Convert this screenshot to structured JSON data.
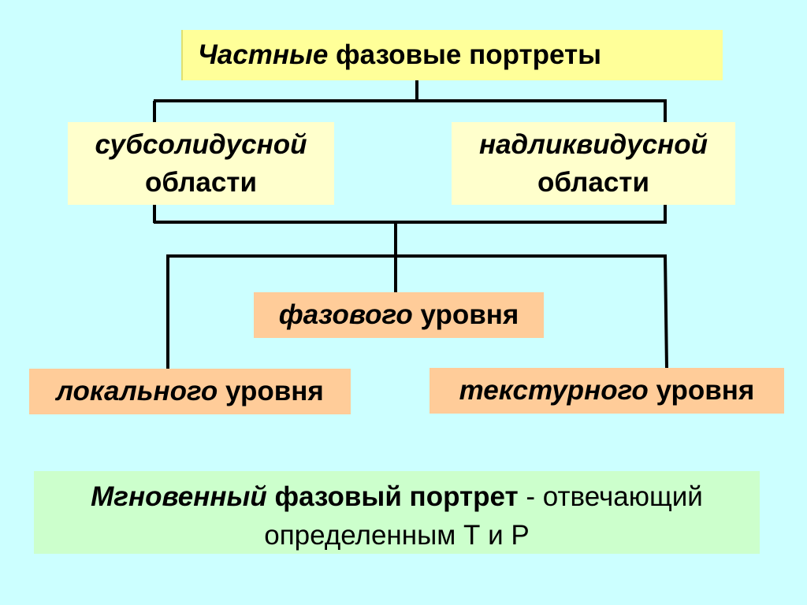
{
  "title": {
    "italic": "Частные",
    "rest": " фазовые портреты"
  },
  "regions": {
    "left": {
      "line1": "субсолидусной",
      "line2": "области"
    },
    "right": {
      "line1": "надликвидусной",
      "line2": "области"
    }
  },
  "levels": {
    "phase": {
      "italic": "фазового",
      "rest": " уровня"
    },
    "local": {
      "italic": "локального",
      "rest": " уровня"
    },
    "texture": {
      "italic": "текстурного",
      "rest": " уровня"
    }
  },
  "definition": {
    "term_italic": "Мгновенный",
    "term_bold": " фазовый портрет",
    "text": " - отвечающий",
    "line2": "определенным Т и Р"
  },
  "colors": {
    "background": "#ccffff",
    "title_box": "#ffff99",
    "region_box": "#ffffcc",
    "level_box": "#ffcc99",
    "definition_box": "#ccffcc",
    "lines": "#000000"
  }
}
